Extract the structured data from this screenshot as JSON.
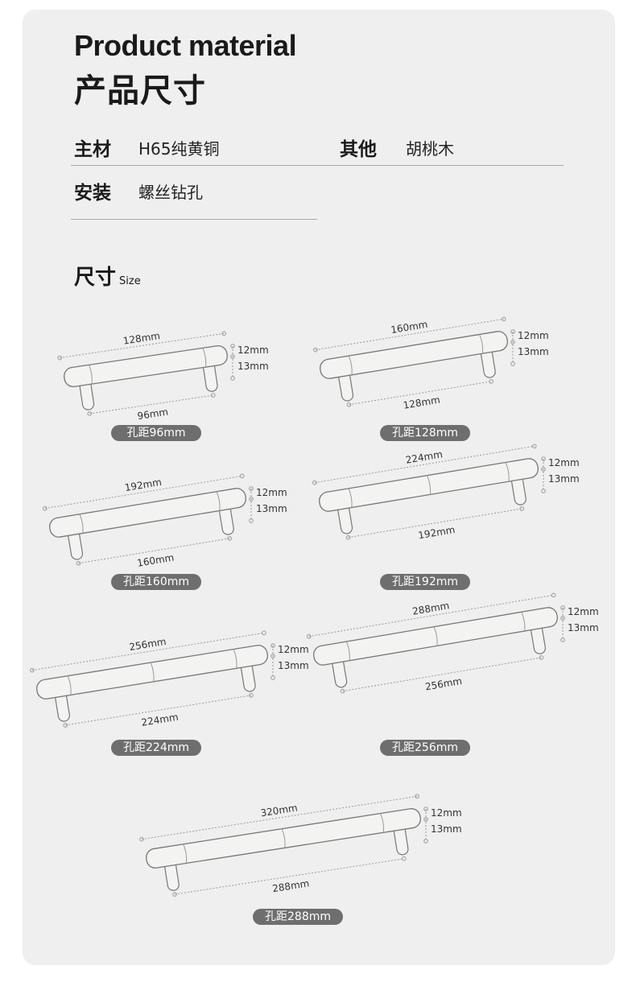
{
  "header": {
    "title_en": "Product material",
    "title_cn": "产品尺寸"
  },
  "specs": [
    {
      "label": "主材",
      "value": "H65纯黄铜"
    },
    {
      "label": "其他",
      "value": "胡桃木"
    },
    {
      "label": "安装",
      "value": "螺丝钻孔"
    }
  ],
  "size_section": {
    "title": "尺寸",
    "subtitle": "Size"
  },
  "handles": [
    {
      "length": "128mm",
      "hole": "96mm",
      "h1": "12mm",
      "h2": "13mm",
      "tag": "孔距96mm"
    },
    {
      "length": "160mm",
      "hole": "128mm",
      "h1": "12mm",
      "h2": "13mm",
      "tag": "孔距128mm"
    },
    {
      "length": "192mm",
      "hole": "160mm",
      "h1": "12mm",
      "h2": "13mm",
      "tag": "孔距160mm"
    },
    {
      "length": "224mm",
      "hole": "192mm",
      "h1": "12mm",
      "h2": "13mm",
      "tag": "孔距192mm"
    },
    {
      "length": "256mm",
      "hole": "224mm",
      "h1": "12mm",
      "h2": "13mm",
      "tag": "孔距224mm"
    },
    {
      "length": "288mm",
      "hole": "256mm",
      "h1": "12mm",
      "h2": "13mm",
      "tag": "孔距256mm"
    },
    {
      "length": "320mm",
      "hole": "288mm",
      "h1": "12mm",
      "h2": "13mm",
      "tag": "孔距288mm"
    }
  ]
}
